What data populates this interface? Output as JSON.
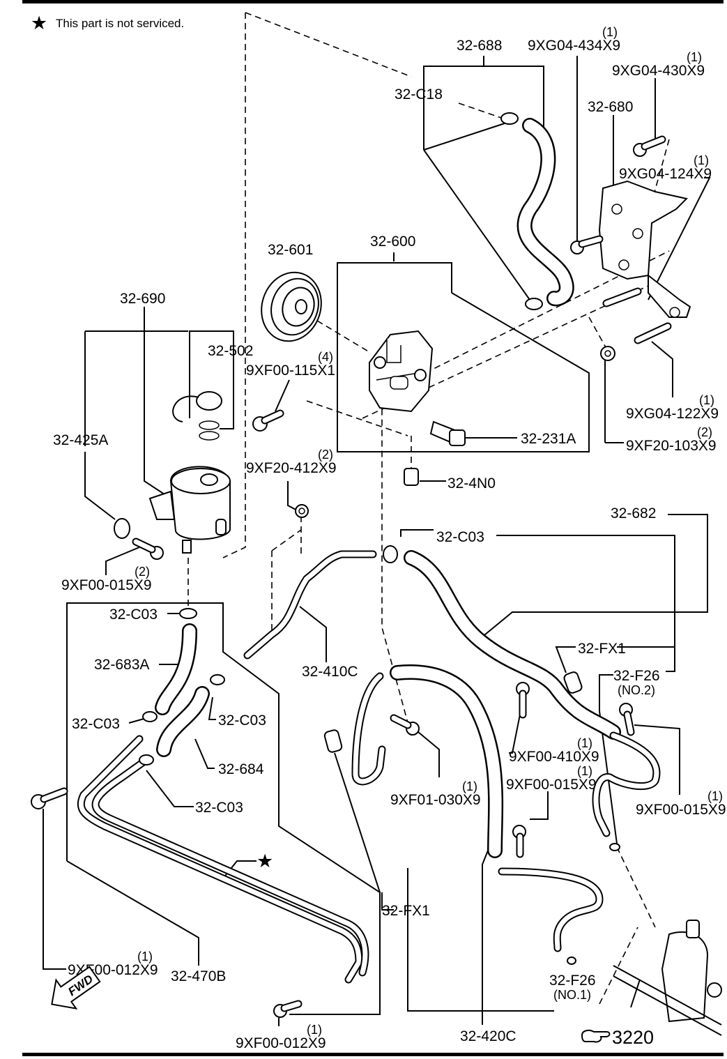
{
  "note": {
    "symbol": "★",
    "text": "This part is not serviced."
  },
  "callouts": [
    {
      "id": "32-688",
      "text": "32-688"
    },
    {
      "id": "9XG04-434X9",
      "text": "9XG04-434X9",
      "qty": "(1)"
    },
    {
      "id": "9XG04-430X9",
      "text": "9XG04-430X9",
      "qty": "(1)"
    },
    {
      "id": "32-C18",
      "text": "32-C18"
    },
    {
      "id": "32-680",
      "text": "32-680"
    },
    {
      "id": "9XG04-124X9",
      "text": "9XG04-124X9",
      "qty": "(1)"
    },
    {
      "id": "32-601",
      "text": "32-601"
    },
    {
      "id": "32-600",
      "text": "32-600"
    },
    {
      "id": "32-690",
      "text": "32-690"
    },
    {
      "id": "32-502",
      "text": "32-502"
    },
    {
      "id": "9XF00-115X1",
      "text": "9XF00-115X1",
      "qty": "(4)"
    },
    {
      "id": "32-425A",
      "text": "32-425A"
    },
    {
      "id": "9XG04-122X9",
      "text": "9XG04-122X9",
      "qty": "(1)"
    },
    {
      "id": "32-231A",
      "text": "32-231A"
    },
    {
      "id": "9XF20-103X9",
      "text": "9XF20-103X9",
      "qty": "(2)"
    },
    {
      "id": "9XF20-412X9",
      "text": "9XF20-412X9",
      "qty": "(2)"
    },
    {
      "id": "32-4N0",
      "text": "32-4N0"
    },
    {
      "id": "32-682",
      "text": "32-682"
    },
    {
      "id": "32-C03-a",
      "text": "32-C03"
    },
    {
      "id": "9XF00-015X9-a",
      "text": "9XF00-015X9",
      "qty": "(2)"
    },
    {
      "id": "32-C03-b",
      "text": "32-C03"
    },
    {
      "id": "32-683A",
      "text": "32-683A"
    },
    {
      "id": "32-410C",
      "text": "32-410C"
    },
    {
      "id": "32-FX1-a",
      "text": "32-FX1"
    },
    {
      "id": "32-F26-no2",
      "text": "32-F26",
      "sub": "(NO.2)"
    },
    {
      "id": "32-C03-c",
      "text": "32-C03"
    },
    {
      "id": "32-C03-d",
      "text": "32-C03"
    },
    {
      "id": "32-684",
      "text": "32-684"
    },
    {
      "id": "9XF00-410X9",
      "text": "9XF00-410X9",
      "qty": "(1)"
    },
    {
      "id": "9XF00-015X9-b",
      "text": "9XF00-015X9",
      "qty": "(1)"
    },
    {
      "id": "9XF01-030X9",
      "text": "9XF01-030X9",
      "qty": "(1)"
    },
    {
      "id": "9XF00-015X9-c",
      "text": "9XF00-015X9",
      "qty": "(1)"
    },
    {
      "id": "32-C03-e",
      "text": "32-C03"
    },
    {
      "id": "32-FX1-b",
      "text": "32-FX1"
    },
    {
      "id": "9XF00-012X9-a",
      "text": "9XF00-012X9",
      "qty": "(1)"
    },
    {
      "id": "32-470B",
      "text": "32-470B"
    },
    {
      "id": "32-F26-no1",
      "text": "32-F26",
      "sub": "(NO.1)"
    },
    {
      "id": "9XF00-012X9-b",
      "text": "9XF00-012X9",
      "qty": "(1)"
    },
    {
      "id": "32-420C",
      "text": "32-420C"
    },
    {
      "id": "fwd",
      "text": "FWD"
    },
    {
      "id": "ref-3220",
      "text": "3220",
      "icon": "pointing-hand-icon"
    }
  ]
}
